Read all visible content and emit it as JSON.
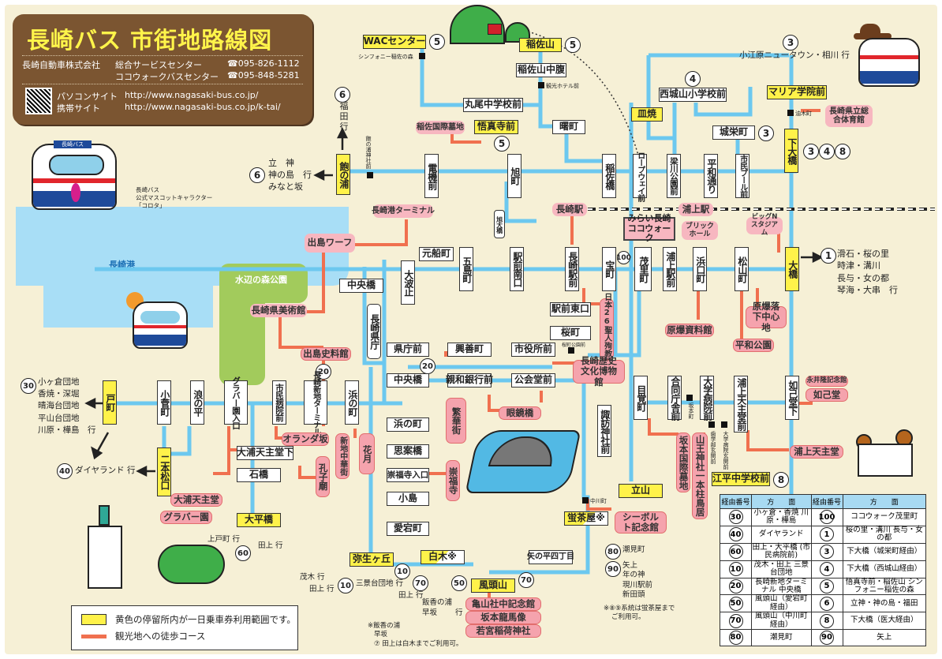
{
  "header": {
    "title": "長崎バス 市街地路線図",
    "company": "長崎自動車株式会社",
    "centers": [
      {
        "name": "総合サービスセンター",
        "phone": "☎095-826-1112"
      },
      {
        "name": "ココウォークバスセンター",
        "phone": "☎095-848-5281"
      }
    ],
    "sites": [
      {
        "label": "パソコンサイト",
        "url": "http://www.nagasaki-bus.co.jp/"
      },
      {
        "label": "携帯サイト",
        "url": "http://www.nagasaki-bus.co.jp/k-tai/"
      }
    ]
  },
  "mascot": {
    "line1": "長崎バス",
    "line2": "公式マスコットキャラクター",
    "line3": "「コロタ」",
    "bus_sign": "長崎バス"
  },
  "areas": {
    "harbor": "長崎港",
    "park": "水辺の森公園"
  },
  "stops": {
    "wac": "WACセンター",
    "inasayama": "稲佐山",
    "inasa_chufuku": "稲佐山中腹",
    "maruo": "丸尾中学校前",
    "goshinji": "悟真寺前",
    "akebono": "曙町",
    "nishishiroyama": "西城山小学校前",
    "sarayaki": "皿焼",
    "maria": "マリア学院前",
    "joeimachi": "城栄町",
    "shimoohashi": "下大橋",
    "akunoura": "飽の浦",
    "denkimae": "電機前",
    "asahimachi": "旭町",
    "inasabashi": "稲佐橋",
    "ropeway": "ロープウェイ前",
    "yanagawa": "梁川公園前",
    "heiwadori": "平和通り",
    "shiminpool": "市民プール前",
    "motofuna": "元船町",
    "goto": "五島町",
    "ekimaeminami": "駅前南口",
    "ohato": "大波止",
    "nagasakiekimae": "長崎駅前",
    "takara": "宝町",
    "mori": "茂里町",
    "cocowalk_small": "ココウォーク",
    "urakamiekimae": "浦上駅前",
    "hamaguchi": "浜口町",
    "matsuyama": "松山町",
    "ohashi": "大橋",
    "chuobashi1": "中央橋",
    "kencho": "長崎県庁",
    "ekimaehigashi": "駅前東口",
    "sakuramachi": "桜町",
    "kenchomae": "県庁前",
    "kozen": "興善町",
    "shiyakusho": "市役所前",
    "chuobashi2": "中央橋",
    "shinwa": "親和銀行前",
    "kokaido": "公会堂前",
    "tomachi": "戸町",
    "kosedo": "小菅町",
    "naminohira": "浪の平",
    "glover_iriguchi": "グラバー園入口",
    "shimin_byoin": "市民病院前",
    "shinchi_terminal": "長崎新地ターミナル",
    "hamanomachi1": "浜の町",
    "hamanomachi2": "浜の町",
    "shianbashi": "思案橋",
    "sofukuji_iriguchi": "崇福寺入口",
    "kojima": "小島",
    "atagomachi": "愛宕町",
    "nihonmatsu": "二本松口",
    "oura_tenshudoshita": "大浦天主堂下",
    "ishibashi": "石橋",
    "ohirabashi": "大平橋",
    "yayoigaoka": "弥生ヶ丘",
    "shiraki": "白木※",
    "yanohira": "矢の平四丁目",
    "kazagashira": "風頭山",
    "hotarujaya": "蛍茶屋※",
    "tateyama": "立山",
    "suwa": "諏訪神社前",
    "megane": "目覚町",
    "godo": "合同庁舎前",
    "daigaku": "大学病院前",
    "urakami_tenshudo_mae": "浦上天主堂前",
    "nyokodoshita": "如己堂下",
    "ehira": "江平中学校前"
  },
  "sights": {
    "inasa_cemetery": "稲佐国際墓地",
    "kenritsu_taiikukan": "長崎県立総合体育館",
    "port_terminal": "長崎港ターミナル",
    "dejima_wharf": "出島ワーフ",
    "art_museum": "長崎県美術館",
    "dejima_museum": "出島史料館",
    "nagasaki_station": "長崎駅",
    "urakami_station": "浦上駅",
    "cocowalk": "みらい長崎ココウォーク",
    "brick_hall": "ブリックホール",
    "bign": "ビッグNスタジアム",
    "26martyrs": "日本26聖人殉教地",
    "history_museum": "長崎歴史文化博物館",
    "atomic_museum": "原爆資料館",
    "hypocenter": "原爆落下中心地",
    "peace_park": "平和公園",
    "nagai_museum": "永井隆記念館",
    "nyokodo": "如己堂",
    "urakami_cathedral": "浦上天主堂",
    "chinatown": "繁華街",
    "meganebashi": "眼鏡橋",
    "oranda": "オランダ坂",
    "shinchi_chinatown": "新地中華街",
    "kagetsu": "花月",
    "kotobyo": "孔子廟",
    "sofukuji": "崇福寺",
    "oura_cathedral": "大浦天主堂",
    "glover": "グラバー園",
    "sakamoto_cemetery": "坂本国際墓地",
    "sanno": "山王神社一本柱鳥居",
    "siebold": "シーボルト記念館",
    "kameyama": "亀山社中記念館",
    "ryoma": "坂本龍馬像",
    "wakamiya": "若宮稲荷神社"
  },
  "minor_stops": {
    "symphony": "シンフォニー稲佐の森",
    "kanko_hotel": "観光ホテル前",
    "aburagi": "油木町",
    "akunoura_jinja": "飽の浦神社前",
    "sakuramachi_koen": "桜町公園前",
    "sakamotomachi": "坂本町",
    "shigakubu": "歯学部玄関前",
    "daigaku_genkan": "大学病院玄関前",
    "nakagawa": "中川町",
    "asahiohashi": "旭大橋"
  },
  "destinations": {
    "r3": "小江原ニュータウン・相川 行",
    "r6_north": [
      "福",
      "田",
      "行"
    ],
    "r6_west": [
      "立　神",
      "神の島　行",
      "みなと坂"
    ],
    "r1": [
      "滑石・桜の里",
      "時津・溝川",
      "長与・女の都",
      "琴海・大串　行"
    ],
    "r30": [
      "小ヶ倉団地",
      "香焼・深堀",
      "晴海台団地",
      "平山台団地",
      "川原・樺島　行"
    ],
    "r40": "ダイヤランド 行",
    "r60": [
      "上戸町 行",
      "田上 行"
    ],
    "r10": [
      "茂木 行",
      "田上 行",
      "三景台団地 行"
    ],
    "r70_shiraki": "田上 行",
    "r50": [
      "飯香の浦",
      "早坂",
      "行"
    ],
    "r80": "潮見町",
    "r90": [
      "矢上",
      "年の神",
      "現川駅前",
      "新田頭"
    ]
  },
  "notes": {
    "shiraki": [
      "※飯香の浦",
      "早坂",
      "⑦ 田上は白木までご利用可。"
    ],
    "hotarujaya": [
      "※⑧⑨系統は蛍茶屋まで",
      "ご利用可。"
    ]
  },
  "route_numbers": {
    "r1": "1",
    "r3": "3",
    "r4": "4",
    "r5": "5",
    "r6": "6",
    "r8": "8",
    "r10": "10",
    "r20": "20",
    "r30": "30",
    "r40": "40",
    "r50": "50",
    "r60": "60",
    "r70": "70",
    "r80": "80",
    "r90": "90",
    "r100": "100"
  },
  "route_table": {
    "headers": [
      "経由番号",
      "方　　面",
      "経由番号",
      "方　　面"
    ],
    "rows": [
      [
        "30",
        "小ヶ倉・香焼 川原・樺島",
        "100",
        "ココウォーク茂里町"
      ],
      [
        "40",
        "ダイヤランド",
        "1",
        "桜の里・溝川 長与・女の都"
      ],
      [
        "60",
        "田上・大平橋 (市民病院前)",
        "3",
        "下大橋（城栄町経由）"
      ],
      [
        "10",
        "茂木・田上 三景台団地",
        "4",
        "下大橋（西城山経由）"
      ],
      [
        "20",
        "長崎新地ターミナル 中央橋",
        "5",
        "悟真寺前・稲佐山 シンフォニー稲佐の森"
      ],
      [
        "50",
        "風頭山（愛宕町経由）",
        "6",
        "立神・神の島・福田"
      ],
      [
        "70",
        "風頭山（中川町経由）",
        "8",
        "下大橋（医大経由）"
      ],
      [
        "80",
        "潮見町",
        "90",
        "矢上"
      ]
    ]
  },
  "legend": {
    "yellow": "黄色の停留所内が一日乗車券利用範囲です。",
    "orange": "観光地への徒歩コース"
  },
  "colors": {
    "route_line": "#6cc8ef",
    "walk_line": "#f0704f",
    "paid_stop": "#fff24a",
    "sight": "#f7b7c0",
    "header_bg": "#7b5531",
    "title_text": "#fff44a",
    "background": "#f6f0d6"
  }
}
